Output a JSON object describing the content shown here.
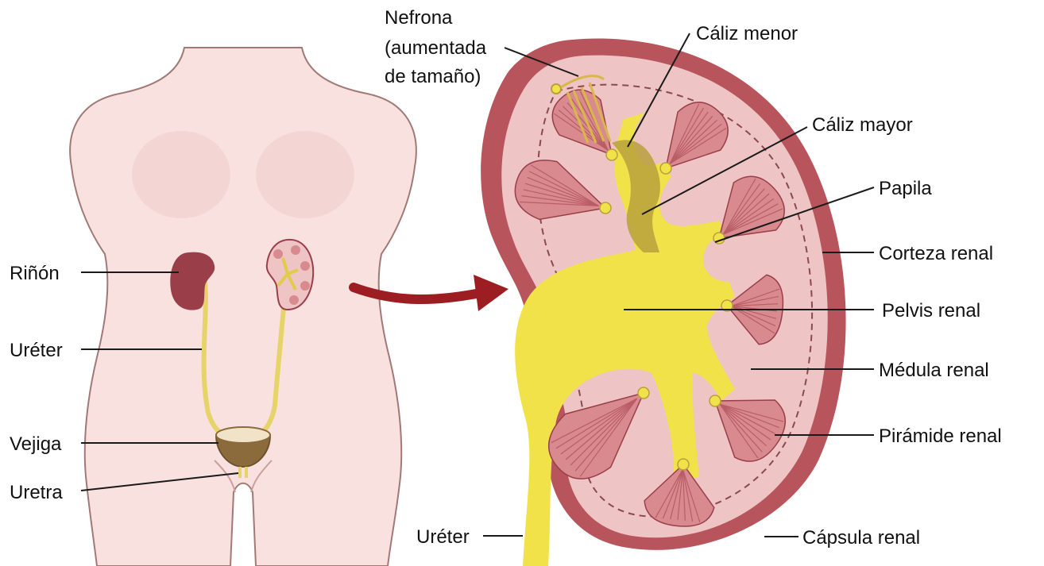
{
  "colors": {
    "skin": "#f8e1de",
    "skin_outline": "#a17a77",
    "kidney_dark": "#9a3f4a",
    "kidney_outer": "#b8545b",
    "cortex": "#eec4c4",
    "medulla_pyramid": "#d98a8e",
    "pyramid_stripe": "#b95d66",
    "pelvis_yellow": "#f2e24a",
    "pelvis_dark": "#b9a03c",
    "bladder": "#8b6a3c",
    "arrow": "#9c1d22"
  },
  "labels": {
    "body": {
      "rinon": "Riñón",
      "ureter": "Uréter",
      "vejiga": "Vejiga",
      "uretra": "Uretra"
    },
    "kidney": {
      "nefrona_line1": "Nefrona",
      "nefrona_line2": "(aumentada",
      "nefrona_line3": "de tamaño)",
      "caliz_menor": "Cáliz menor",
      "caliz_mayor": "Cáliz mayor",
      "papila": "Papila",
      "corteza": "Corteza renal",
      "pelvis": "Pelvis renal",
      "medula": "Médula renal",
      "piramide": "Pirámide renal",
      "ureter": "Uréter",
      "capsula": "Cápsula renal"
    }
  }
}
